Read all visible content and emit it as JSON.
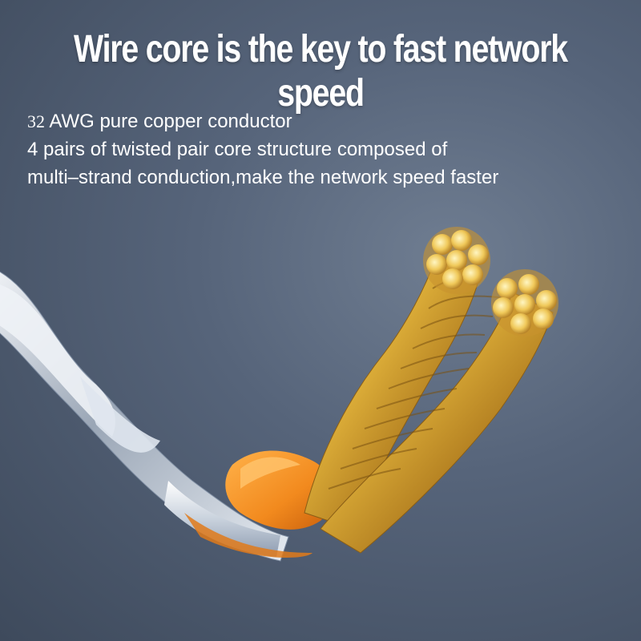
{
  "headline": "Wire core is the key to fast network speed",
  "description": {
    "gauge_number": "32",
    "line1_rest": " AWG pure copper conductor",
    "line2": "4 pairs of twisted pair core structure composed of",
    "line3": "multi–strand conduction,make the network speed faster"
  },
  "colors": {
    "background": "#56647a",
    "text": "#ffffff",
    "copper": "#d9a830",
    "insulation_orange": "#f28a1e",
    "jacket_white": "#f2f4f7"
  },
  "image": {
    "subject": "twisted-pair-copper-wire-core"
  }
}
